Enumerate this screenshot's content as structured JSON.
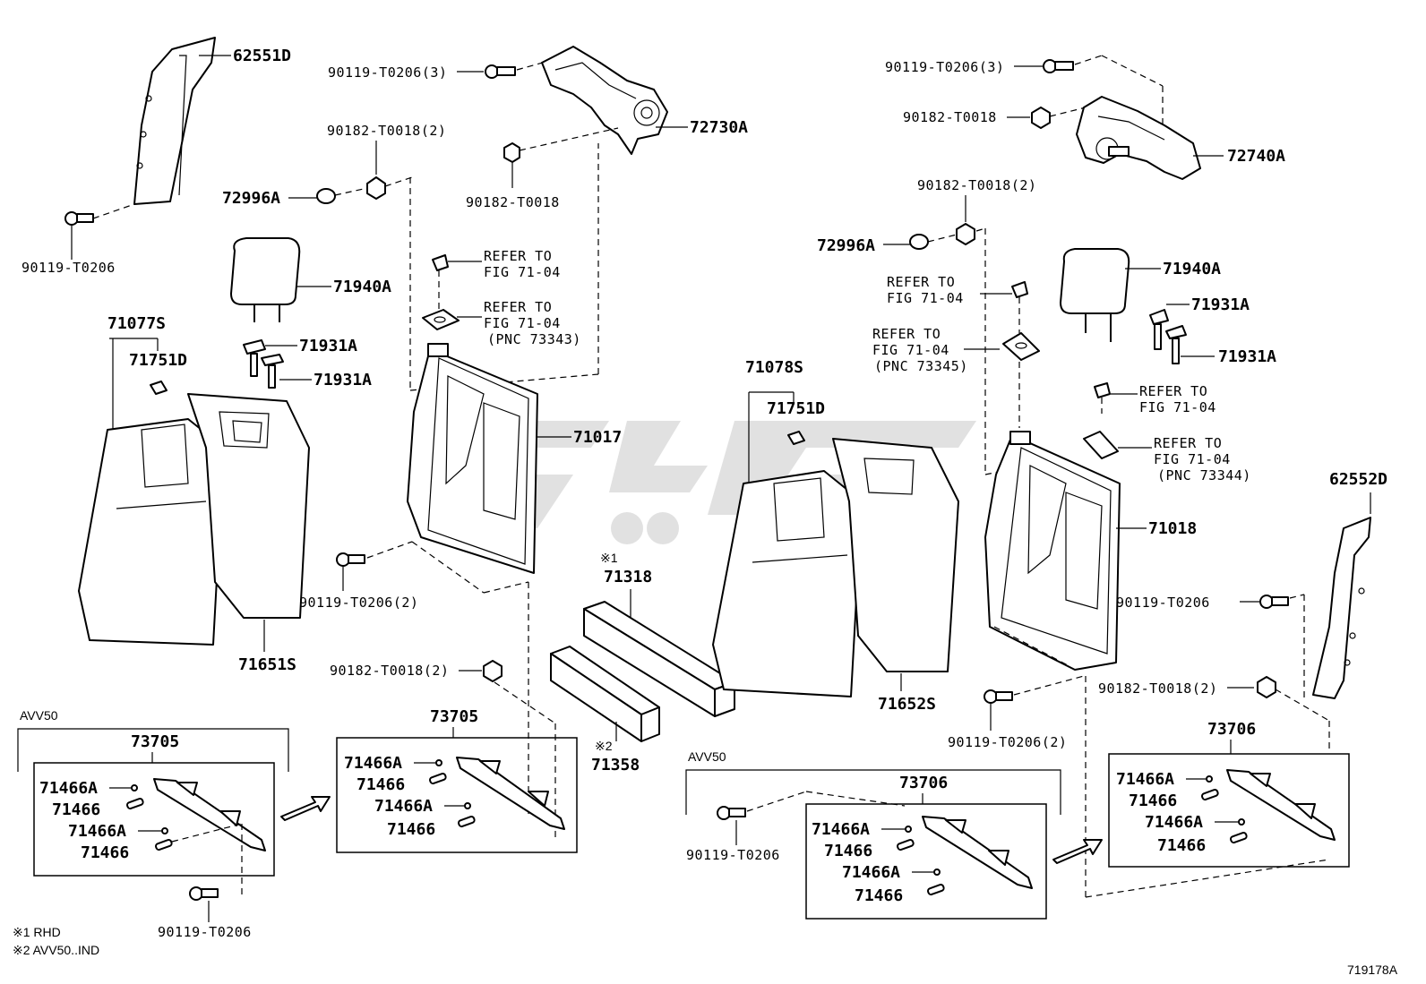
{
  "figure_id": "719178A",
  "notes": {
    "n1": "※1 RHD",
    "n2": "※2 AVV50..IND"
  },
  "refer": {
    "line1": "REFER TO",
    "line2": "FIG 71-04",
    "pnc_73343": "(PNC 73343)",
    "pnc_73345": "(PNC 73345)",
    "pnc_73344": "(PNC 73344)"
  },
  "avv50": "AVV50",
  "mark1": "※1",
  "mark2": "※2",
  "parts": {
    "p62551D": "62551D",
    "p62552D": "62552D",
    "p72730A": "72730A",
    "p72740A": "72740A",
    "p72996A": "72996A",
    "p71940A": "71940A",
    "p71931A": "71931A",
    "p71077S": "71077S",
    "p71078S": "71078S",
    "p71751D": "71751D",
    "p71017": "71017",
    "p71018": "71018",
    "p71651S": "71651S",
    "p71652S": "71652S",
    "p71318": "71318",
    "p71358": "71358",
    "p73705": "73705",
    "p73706": "73706",
    "p71466A": "71466A",
    "p71466": "71466",
    "b90119_3": "90119-T0206(3)",
    "b90119_2": "90119-T0206(2)",
    "b90119": "90119-T0206",
    "n90182_2": "90182-T0018(2)",
    "n90182": "90182-T0018"
  }
}
